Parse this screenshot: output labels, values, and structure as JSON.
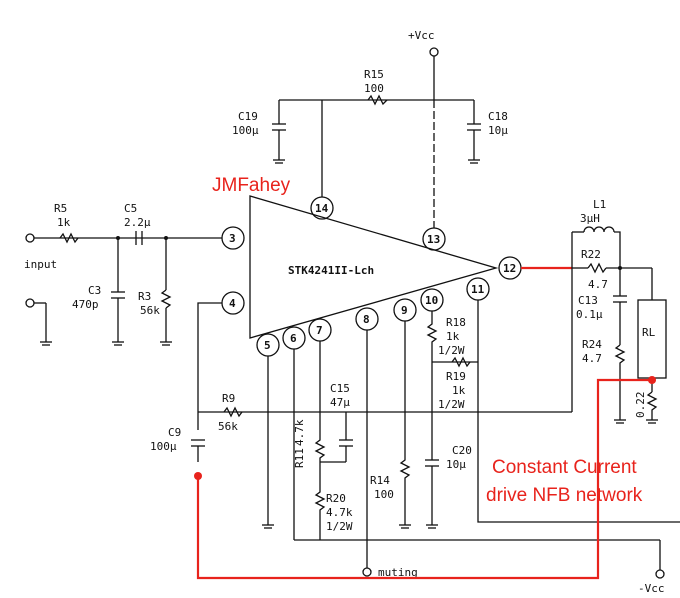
{
  "annotations": {
    "author": "JMFahey",
    "nfb_line1": "Constant Current",
    "nfb_line2": "drive NFB network"
  },
  "ic": {
    "name": "STK4241II-Lch",
    "pins": [
      "3",
      "4",
      "5",
      "6",
      "7",
      "8",
      "9",
      "10",
      "11",
      "12",
      "13",
      "14"
    ]
  },
  "supplies": {
    "vcc_pos": "+Vcc",
    "vcc_neg": "-Vcc"
  },
  "components": {
    "r5": {
      "ref": "R5",
      "value": "1k"
    },
    "c5": {
      "ref": "C5",
      "value": "2.2μ"
    },
    "c3": {
      "ref": "C3",
      "value": "470p"
    },
    "r3": {
      "ref": "R3",
      "value": "56k"
    },
    "r15": {
      "ref": "R15",
      "value": "100"
    },
    "c19": {
      "ref": "C19",
      "value": "100μ"
    },
    "c18": {
      "ref": "C18",
      "value": "10μ"
    },
    "l1": {
      "ref": "L1",
      "value": "3μH"
    },
    "r22": {
      "ref": "R22",
      "value": "4.7"
    },
    "c13": {
      "ref": "C13",
      "value": "0.1μ"
    },
    "r24": {
      "ref": "R24",
      "value": "4.7"
    },
    "rl": {
      "ref": "RL"
    },
    "r_022": {
      "value": "0.22"
    },
    "r9": {
      "ref": "R9",
      "value": "56k"
    },
    "c9": {
      "ref": "C9",
      "value": "100μ"
    },
    "c15": {
      "ref": "C15",
      "value": "47μ"
    },
    "r11": {
      "ref": "R11",
      "value": "4.7k"
    },
    "r20": {
      "ref": "R20",
      "value": "4.7k",
      "power": "1/2W"
    },
    "r14": {
      "ref": "R14",
      "value": "100"
    },
    "r18": {
      "ref": "R18",
      "value": "1k",
      "power": "1/2W"
    },
    "r19": {
      "ref": "R19",
      "value": "1k",
      "power": "1/2W"
    },
    "c20": {
      "ref": "C20",
      "value": "10μ"
    }
  },
  "labels": {
    "input": "input",
    "muting": "muting"
  }
}
